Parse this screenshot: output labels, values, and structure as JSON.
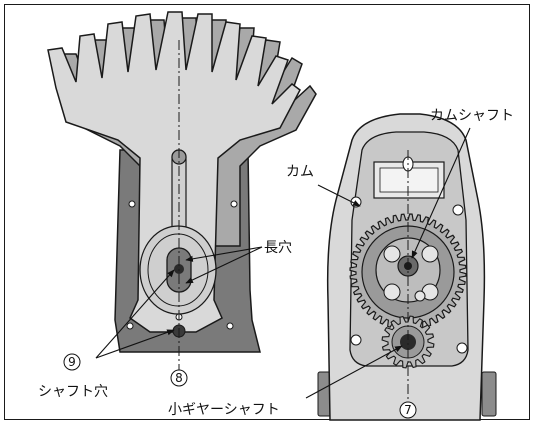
{
  "labels": {
    "cam_shaft": "カムシャフト",
    "cam": "カム",
    "long_hole": "長穴",
    "shaft_hole": "シャフト穴",
    "small_gear_shaft": "小ギヤーシャフト"
  },
  "markers": {
    "nine": "9",
    "eight": "8",
    "seven": "7"
  },
  "colors": {
    "dark_plate": "#7a7a7a",
    "light_part": "#d9d9d9",
    "mid_part": "#a9a9a9",
    "outline": "#1a1a1a"
  }
}
